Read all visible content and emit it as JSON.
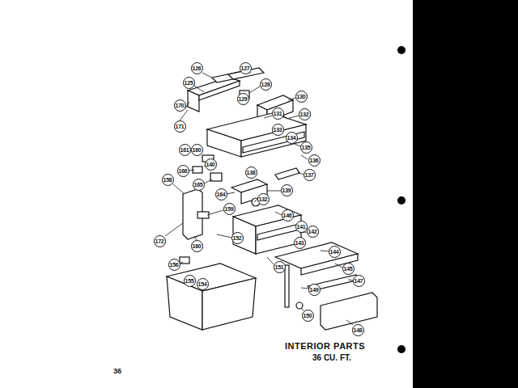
{
  "diagram": {
    "title": "INTERIOR PARTS",
    "caption": "36 CU. FT.",
    "labels": [
      "126",
      "127",
      "125",
      "128",
      "129",
      "130",
      "170",
      "131",
      "132",
      "171",
      "133",
      "134",
      "161",
      "160",
      "135",
      "166",
      "136",
      "140",
      "138",
      "137",
      "165",
      "158",
      "164",
      "132",
      "139",
      "159",
      "146",
      "141",
      "172",
      "152",
      "160",
      "142",
      "143",
      "144",
      "151",
      "156",
      "145",
      "155",
      "154",
      "147",
      "149",
      "150",
      "148",
      "36"
    ]
  }
}
